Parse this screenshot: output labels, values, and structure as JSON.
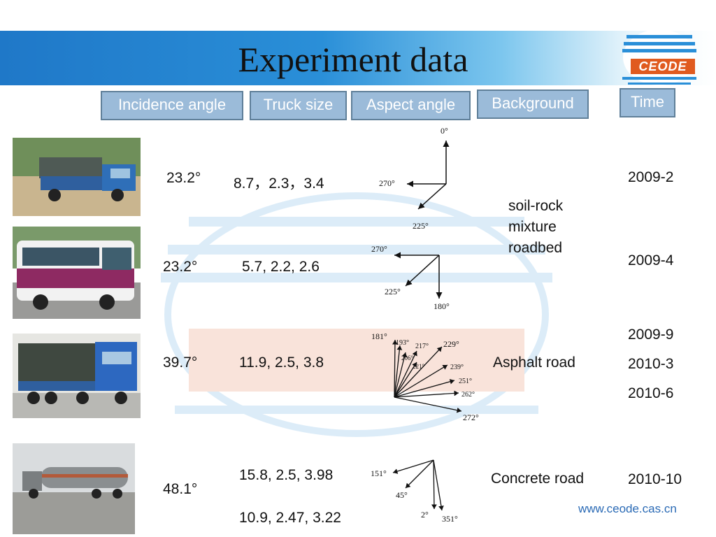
{
  "title": "Experiment data",
  "logo_text": "CEODE",
  "headers": {
    "incidence": "Incidence angle",
    "truck": "Truck size",
    "aspect": "Aspect angle",
    "background": "Background",
    "time": "Time"
  },
  "rows": [
    {
      "incidence": "23.2°",
      "size": "8.7，2.3，3.4",
      "time": "2009-2",
      "aspect": [
        "0°",
        "270°",
        "225°"
      ]
    },
    {
      "incidence": "23.2°",
      "size": "5.7, 2.2, 2.6",
      "time": "2009-4",
      "aspect": [
        "270°",
        "225°",
        "180°"
      ]
    },
    {
      "incidence": "39.7°",
      "size": "11.9, 2.5, 3.8",
      "times": [
        "2009-9",
        "2010-3",
        "2010-6"
      ],
      "aspect": [
        "181°",
        "193°",
        "206°",
        "217°",
        "221°",
        "229°",
        "239°",
        "251°",
        "262°",
        "272°"
      ]
    },
    {
      "incidence": "48.1°",
      "sizes": [
        "15.8, 2.5, 3.98",
        "10.9, 2.47, 3.22"
      ],
      "time": "2010-10",
      "aspect": [
        "151°",
        "45°",
        "2°",
        "351°"
      ]
    }
  ],
  "backgrounds": {
    "soil": [
      "soil-rock",
      "mixture",
      "roadbed"
    ],
    "asphalt": "Asphalt road",
    "concrete": "Concrete road"
  },
  "footer": "www.ceode.cas.cn",
  "colors": {
    "banner": "#2a8fd8",
    "header_box": "#9bbbd9",
    "logo_orange": "#e05a1f"
  }
}
